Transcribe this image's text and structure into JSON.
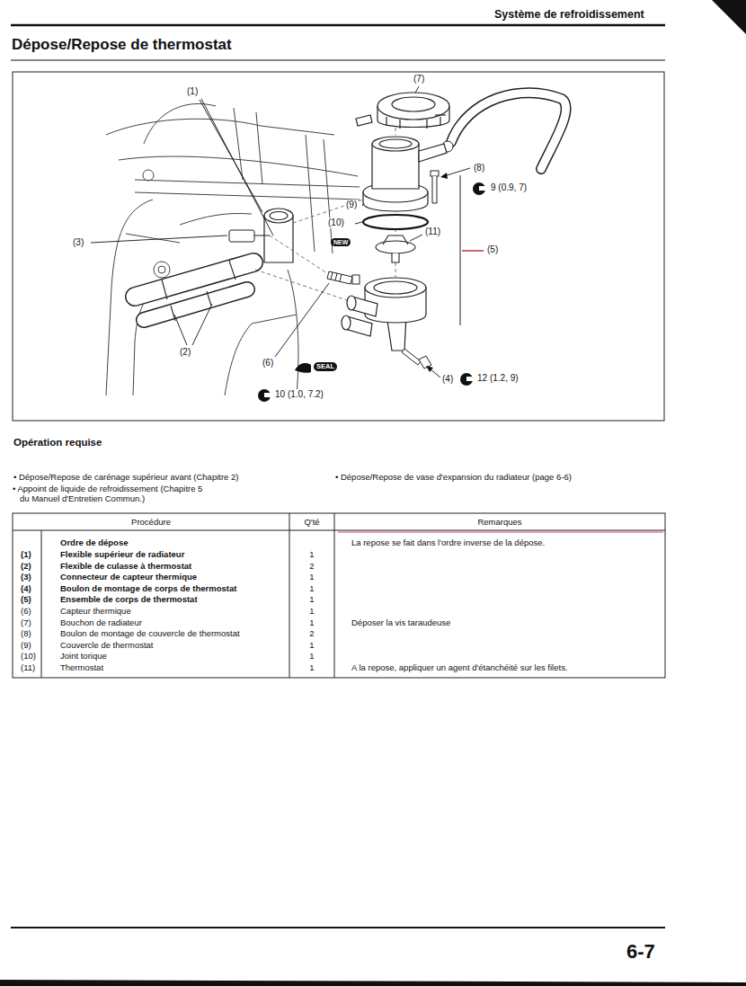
{
  "diagram": {
    "title": "Dépose/Repose de thermostat",
    "labels": [
      "Système de refroidissement",
      "(1)",
      "(7)",
      "(8)",
      "9 (0.9, 7)",
      "(9)",
      "(10)",
      "(11)",
      "(5)",
      "(3)",
      "NEW",
      "(2)",
      "(6)",
      "SEAL",
      "10 (1.0, 7.2)",
      "(4)",
      "12 (1.2, 9)",
      "Opération requise",
      "• Dépose/Repose de carénage supérieur avant (Chapitre 2)",
      "• Appoint de liquide de refroidissement (Chapitre 5 du Manuel d'Entretien Commun.)",
      "• Dépose/Repose de vase d'expansion du radiateur (page 6-6)",
      "Procédure",
      "Q'té",
      "Remarques",
      "Ordre de dépose",
      "La repose se fait dans l'ordre inverse de la dépose.",
      "(1)",
      "Flexible supérieur de radiateur",
      "1",
      "(2)",
      "Flexible de culasse à thermostat",
      "2",
      "(3)",
      "Connecteur de capteur thermique",
      "1",
      "(4)",
      "Boulon de montage de corps de thermostat",
      "1",
      "(5)",
      "Ensemble de corps de thermostat",
      "1",
      "(6)",
      "Capteur thermique",
      "1",
      "(7)",
      "Bouchon de radiateur",
      "1",
      "Déposer la vis taraudeuse",
      "(8)",
      "Boulon de montage de couvercle de thermostat",
      "2",
      "(9)",
      "Couvercle de thermostat",
      "1",
      "(10)",
      "Joint torique",
      "1",
      "(11)",
      "Thermostat",
      "1",
      "A la repose, appliquer un agent d'étanchéité sur les filets.",
      "6-7"
    ]
  }
}
